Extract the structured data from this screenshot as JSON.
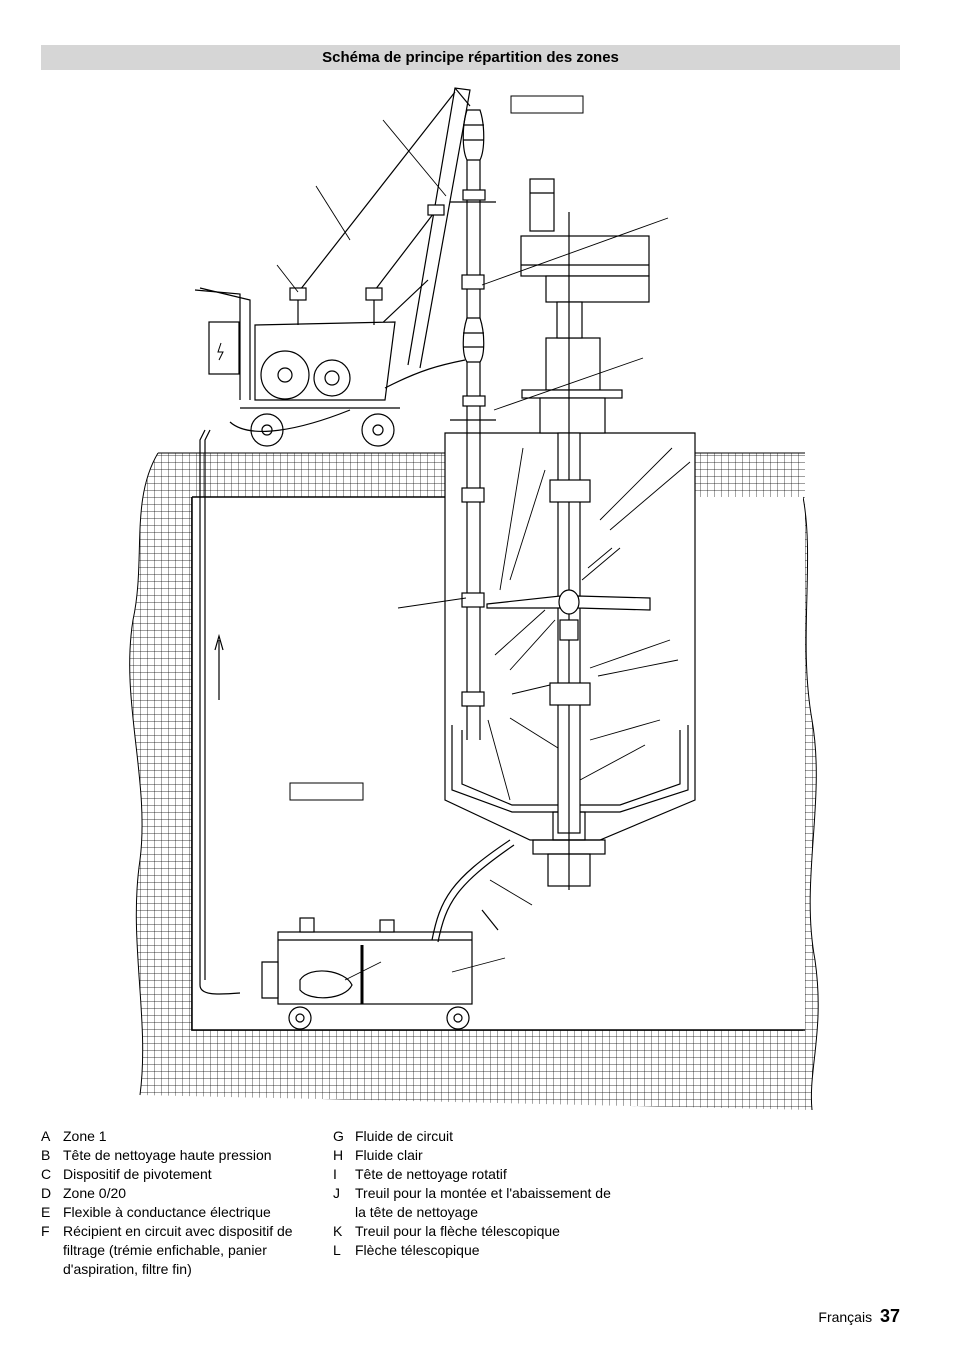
{
  "header": {
    "title": "Schéma de principe répartition des zones"
  },
  "legend": {
    "column1": [
      {
        "letter": "A",
        "text": "Zone 1"
      },
      {
        "letter": "B",
        "text": "Tête de nettoyage haute pression"
      },
      {
        "letter": "C",
        "text": "Dispositif de pivotement"
      },
      {
        "letter": "D",
        "text": "Zone 0/20"
      },
      {
        "letter": "E",
        "text": "Flexible à conductance électrique"
      },
      {
        "letter": "F",
        "text": "Récipient en circuit avec dispositif de filtrage (trémie enfichable, panier d'aspiration, filtre fin)"
      }
    ],
    "column2": [
      {
        "letter": "G",
        "text": "Fluide de circuit"
      },
      {
        "letter": "H",
        "text": "Fluide clair"
      },
      {
        "letter": "I",
        "text": "Tête de nettoyage rotatif"
      },
      {
        "letter": "J",
        "text": "Treuil pour la montée et l'abaissement de la tête de nettoyage"
      },
      {
        "letter": "K",
        "text": "Treuil pour la flèche télescopique"
      },
      {
        "letter": "L",
        "text": "Flèche télescopique"
      }
    ]
  },
  "footer": {
    "language": "Français",
    "page": "37"
  },
  "colors": {
    "title_bar": "#d6d6d6",
    "lines": "#000000"
  }
}
